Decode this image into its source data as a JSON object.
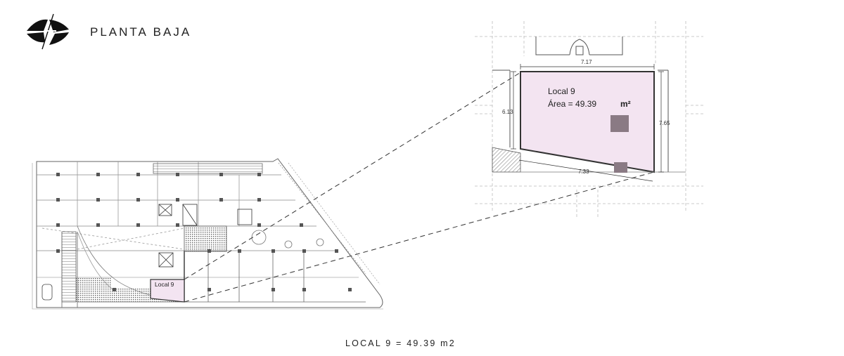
{
  "header": {
    "title": "PLANTA BAJA"
  },
  "detail": {
    "local_name": "Local 9",
    "area_label": "Área = 49.39",
    "area_unit": "m²",
    "dim_top": "7.17",
    "dim_left": "6.13",
    "dim_right": "7.65",
    "dim_bottom": "7.33"
  },
  "plan": {
    "local_tag": "Local 9"
  },
  "footer": {
    "caption": "LOCAL 9 = 49.39 m2"
  },
  "colors": {
    "highlight": "#f3e4f1",
    "line": "#333333",
    "wall": "#555555",
    "grid": "#bbbbbb"
  },
  "icons": [
    "north-arrow-icon"
  ]
}
